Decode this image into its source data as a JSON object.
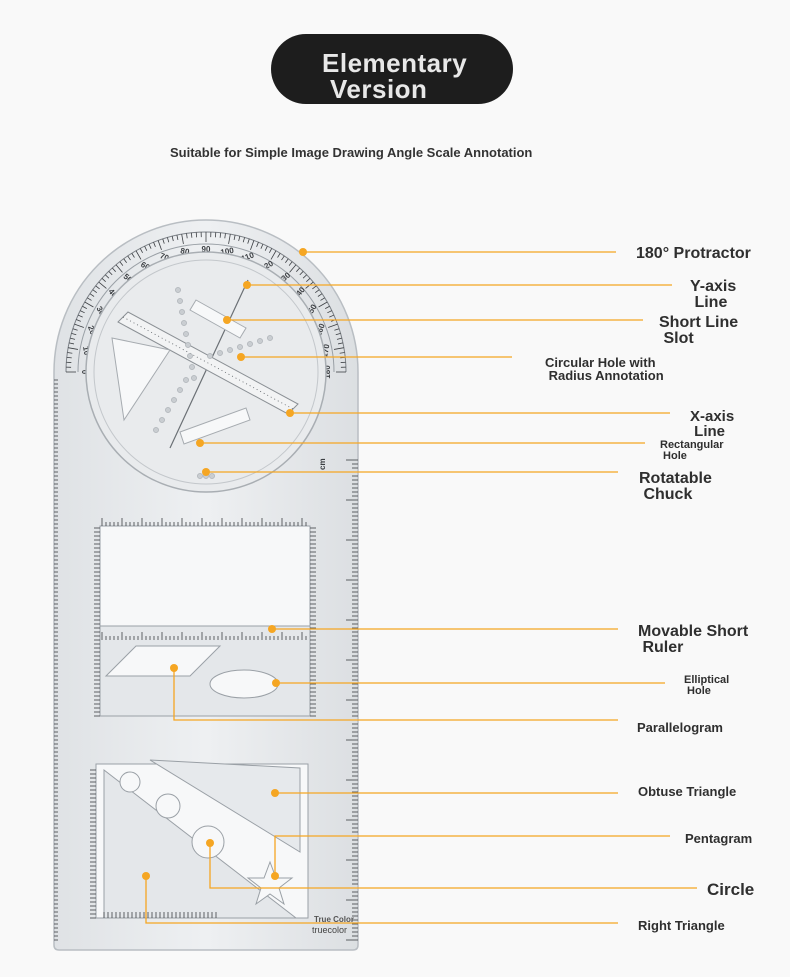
{
  "header": {
    "badge_line1": "Elementary",
    "badge_line2": "Version",
    "subtitle": "Suitable for Simple Image Drawing Angle Scale Annotation"
  },
  "labels": [
    {
      "key": "protractor",
      "text": "180° Protractor"
    },
    {
      "key": "y-axis-line",
      "text": "Y-axis\n Line"
    },
    {
      "key": "short-line-slot",
      "text": "Short Line\n Slot"
    },
    {
      "key": "circular-hole",
      "text": "Circular Hole with\n Radius Annotation"
    },
    {
      "key": "x-axis-line",
      "text": "X-axis\n Line"
    },
    {
      "key": "rectangular-hole",
      "text": "Rectangular\n Hole"
    },
    {
      "key": "rotatable-chuck",
      "text": "Rotatable\n Chuck"
    },
    {
      "key": "movable-short-ruler",
      "text": "Movable Short\n Ruler"
    },
    {
      "key": "elliptical-hole",
      "text": "Elliptical\n Hole"
    },
    {
      "key": "parallelogram",
      "text": "Parallelogram"
    },
    {
      "key": "obtuse-triangle",
      "text": "Obtuse Triangle"
    },
    {
      "key": "pentagram",
      "text": "Pentagram"
    },
    {
      "key": "circle",
      "text": "Circle"
    },
    {
      "key": "right-triangle",
      "text": "Right Triangle"
    }
  ],
  "ruler": {
    "brand_text": "True Color",
    "brand_logo": "truecolor",
    "cm_unit": "cm"
  },
  "protractor": {
    "angle_labels": [
      "180",
      "170",
      "160",
      "150",
      "140",
      "130",
      "120",
      "110",
      "100",
      "90",
      "80",
      "70",
      "60",
      "50",
      "40",
      "30",
      "20",
      "10",
      "0"
    ]
  },
  "colors": {
    "leader": "#f5a623",
    "accent_dot": "#f5a623",
    "badge_bg": "#1d1d1d",
    "badge_text": "#e8e8e8",
    "plastic": "#e6e8ea"
  }
}
